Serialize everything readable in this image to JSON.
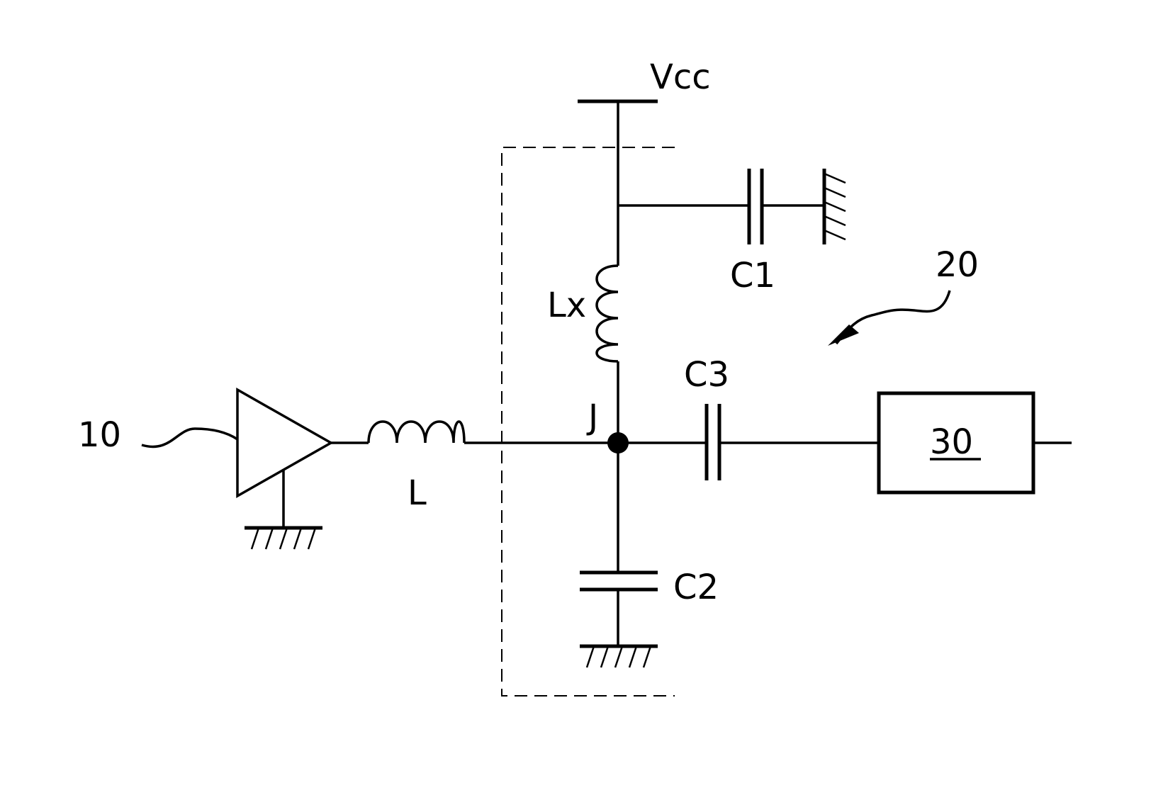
{
  "labels": {
    "vcc": "Vcc",
    "c1": "C1",
    "c2": "C2",
    "c3": "C3",
    "lx": "Lx",
    "l": "L",
    "j": "J",
    "ref_10": "10",
    "ref_20": "20",
    "ref_30": "30"
  },
  "colors": {
    "line": "#000000",
    "background": "#ffffff"
  }
}
